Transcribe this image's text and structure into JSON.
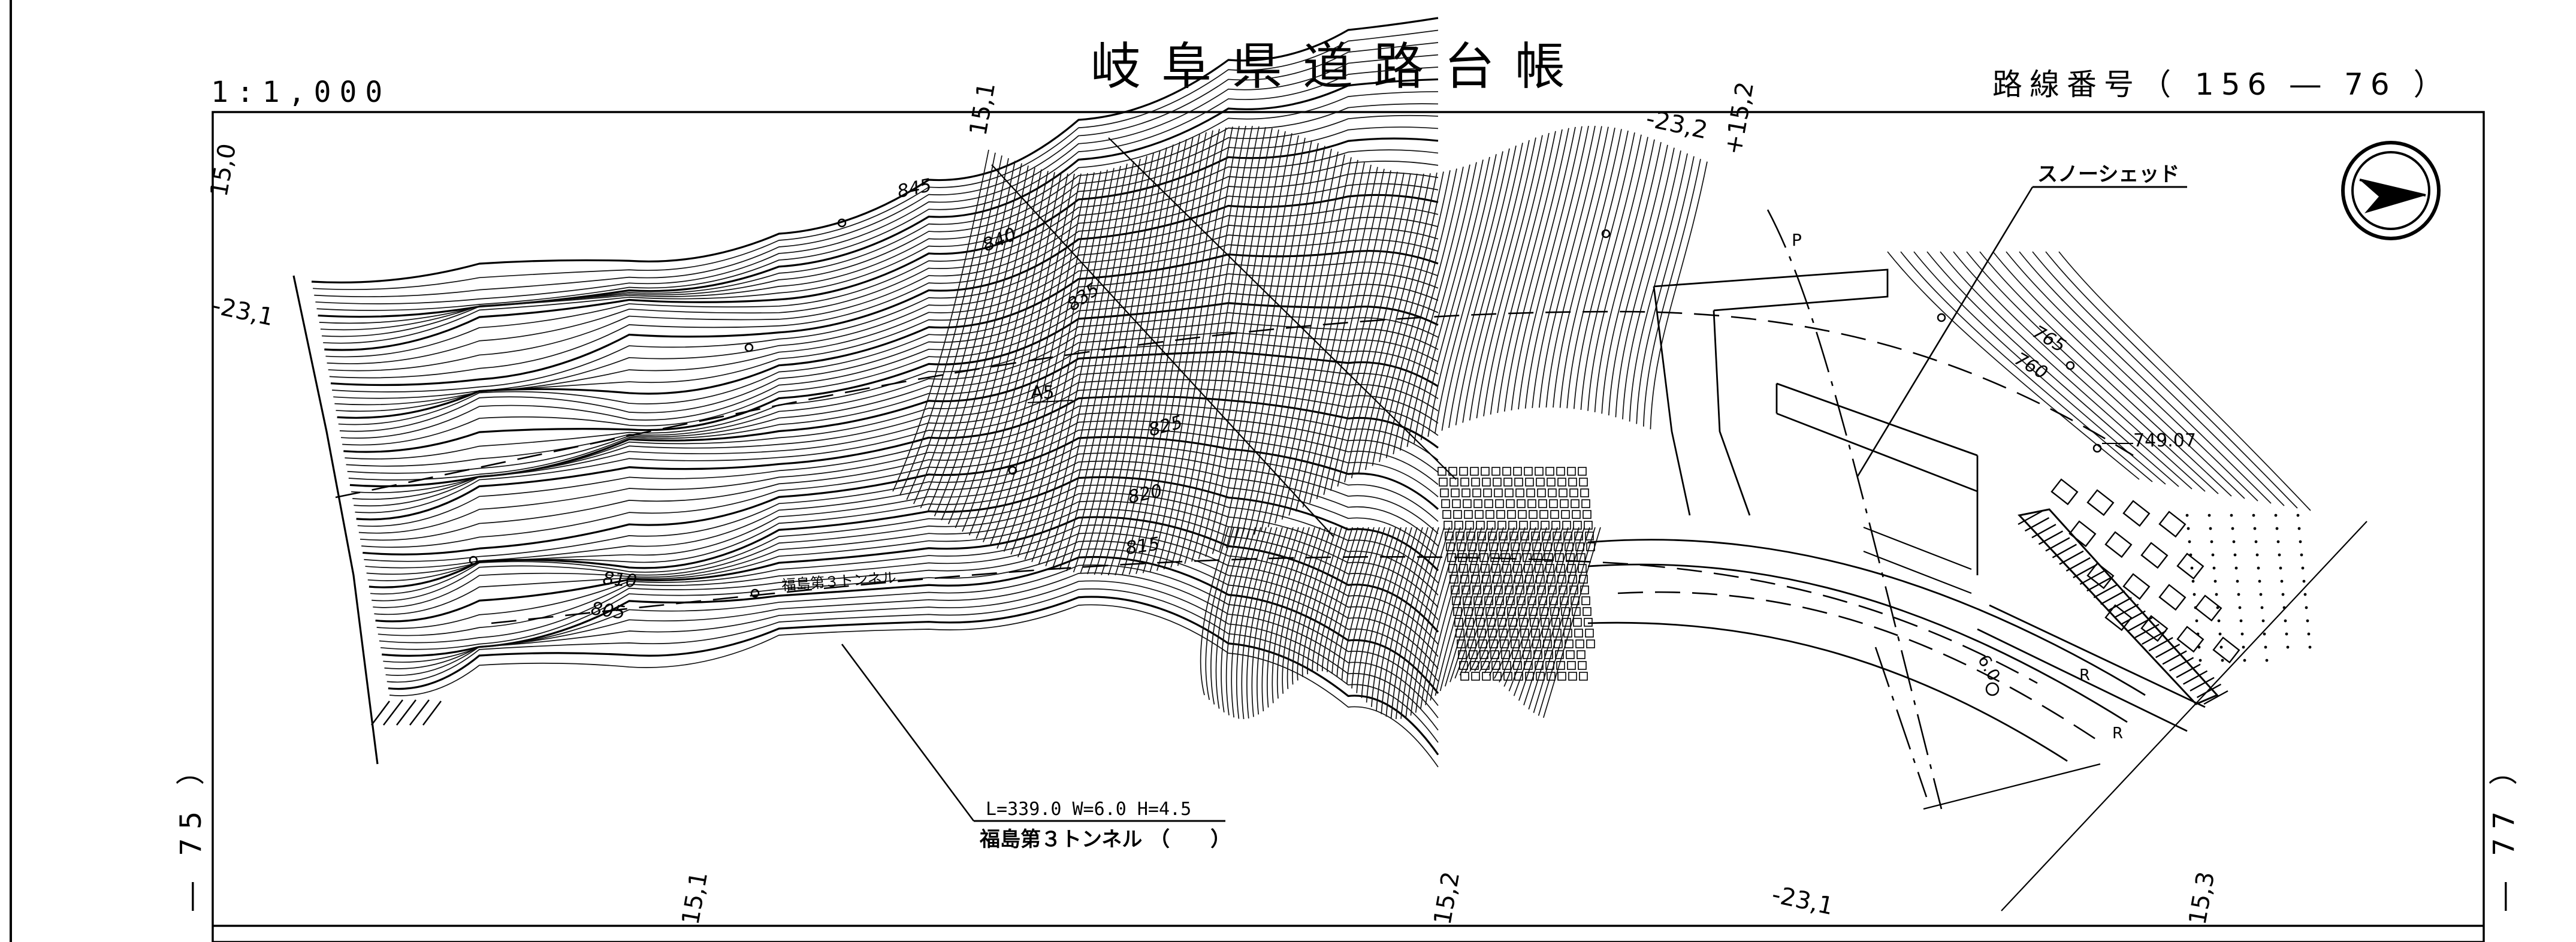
{
  "sheet": {
    "scale": "1:1,000",
    "title": "岐阜県道路台帳",
    "route_label": "路線番号（ 156 ― 76 ）",
    "prev_sheet": "― 75 ）",
    "next_sheet": "― 77 ）"
  },
  "map": {
    "contour_labels": [
      "845",
      "840",
      "835",
      "825",
      "820",
      "815",
      "810",
      "805",
      "765",
      "760"
    ],
    "grid_labels": {
      "top_left": "15,0",
      "top_mid": "15,1",
      "top_right_a": "-23,2",
      "top_right_b": "+15,2",
      "left": "-23,1",
      "bottom_1": "15,1",
      "bottom_2": "15,2",
      "bottom_3": "-23,1",
      "bottom_4": "15,3"
    },
    "point_label": "A5",
    "elevation_label": "749.07",
    "snow_shed_label": "スノーシェッド",
    "tunnel_dims": "L=339.0  W=6.0  H=4.5",
    "tunnel_name": "福島第３トンネル （　　）",
    "tunnel_inline_label": "福島第３トンネル",
    "road_width_label": "6.0",
    "r_label_1": "R",
    "r_label_2": "R",
    "p_label": "P"
  },
  "north_arrow": {
    "icon": "north-arrow-icon"
  }
}
